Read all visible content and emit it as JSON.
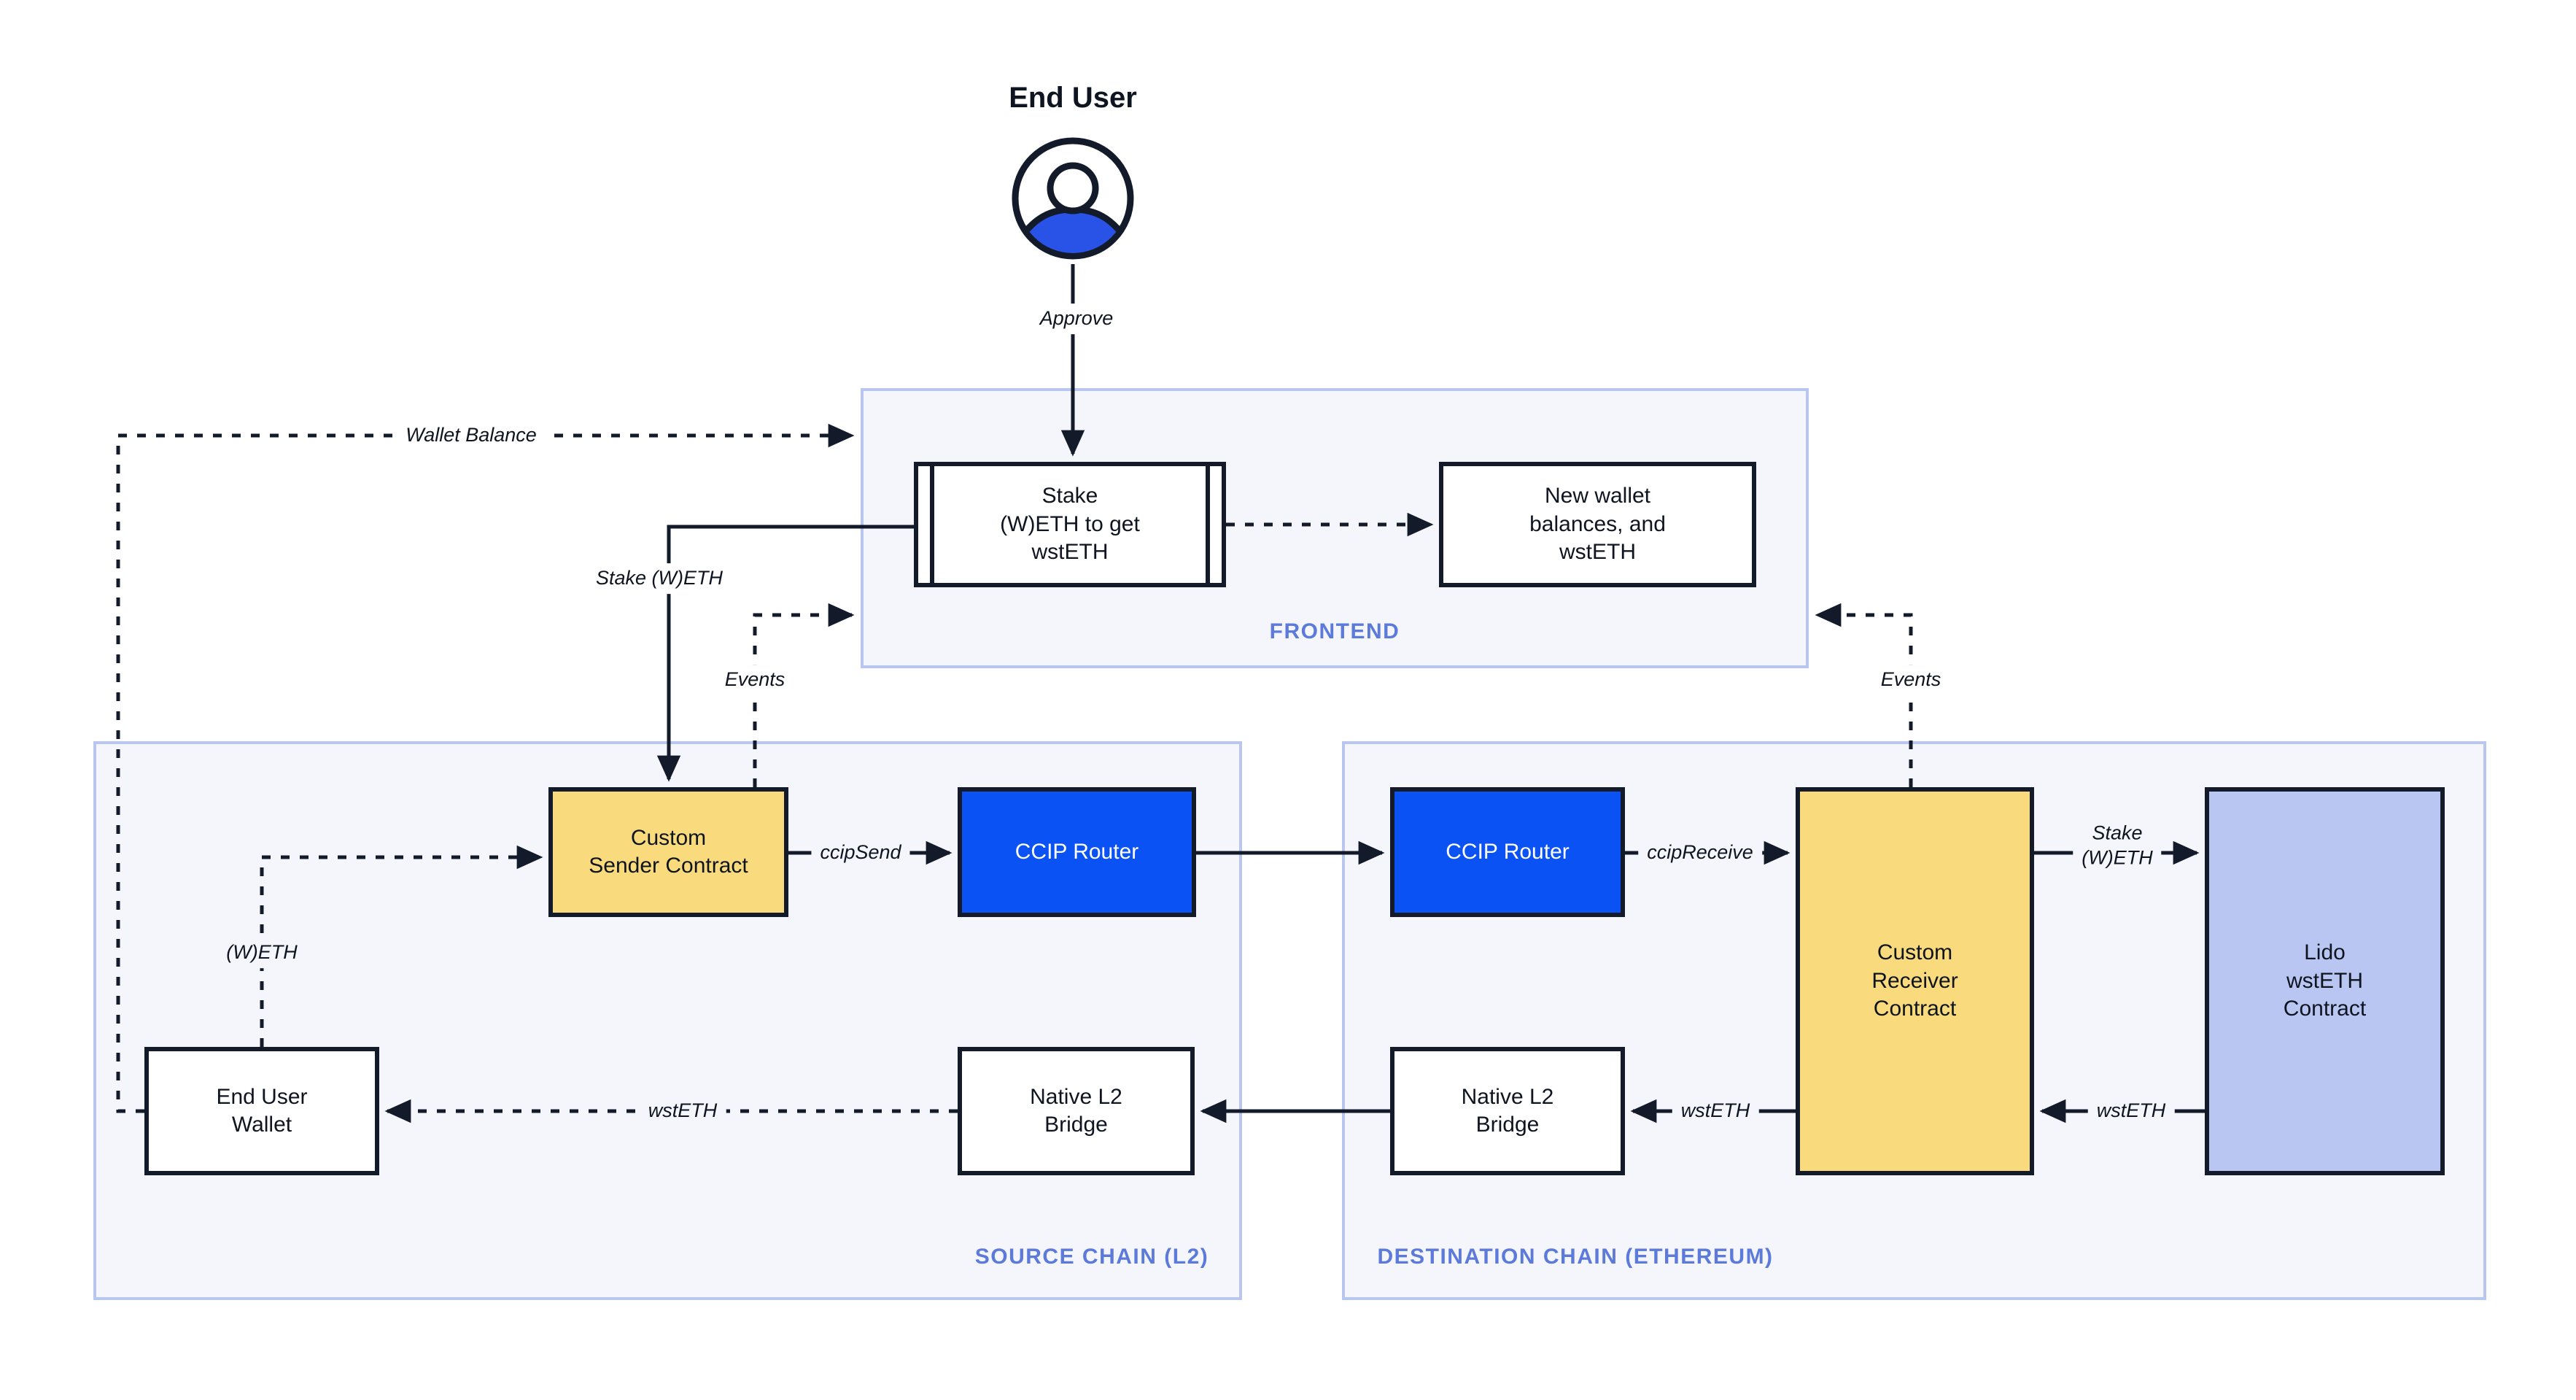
{
  "actor": {
    "label": "End User",
    "icon": "person-icon"
  },
  "frontend": {
    "label": "FRONTEND",
    "stake_box": "Stake\n(W)ETH to get\nwstETH",
    "new_wallet_box": "New wallet\nbalances, and\nwstETH"
  },
  "source_chain": {
    "label": "SOURCE CHAIN (L2)",
    "custom_sender": "Custom\nSender Contract",
    "ccip_router": "CCIP Router",
    "end_user_wallet": "End User\nWallet",
    "native_bridge": "Native L2\nBridge"
  },
  "destination_chain": {
    "label": "DESTINATION CHAIN (ETHEREUM)",
    "ccip_router": "CCIP Router",
    "custom_receiver": "Custom\nReceiver\nContract",
    "lido": "Lido\nwstETH\nContract",
    "native_bridge": "Native L2\nBridge"
  },
  "edges": {
    "approve": "Approve",
    "wallet_balance": "Wallet Balance",
    "stake_weth": "Stake (W)ETH",
    "events_left": "Events",
    "events_right": "Events",
    "ccip_send": "ccipSend",
    "ccip_receive": "ccipReceive",
    "weth": "(W)ETH",
    "wsteth_source": "wstETH",
    "wsteth_destination": "wstETH",
    "stake_weth_lido": "Stake\n(W)ETH",
    "wsteth_lido": "wstETH"
  },
  "colors": {
    "router_blue": "#0b52f5",
    "contract_yellow": "#f9da7d",
    "lido_periwinkle": "#b9c6f2",
    "panel_bg": "#f4f6fc",
    "panel_border": "#b9c6f0",
    "section_label_blue": "#5c7ad9",
    "line_dark": "#131b2b",
    "actor_body_blue": "#2952e6",
    "page_bg": "#ffffff"
  }
}
